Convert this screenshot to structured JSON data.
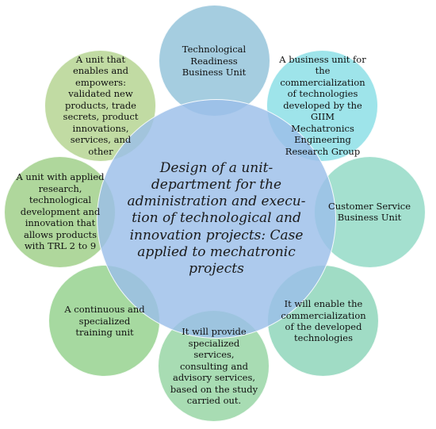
{
  "center": {
    "text": "Design of a unit-department for the administration and execu-tion of technological and innovation projects: Case applied to mechatronic projects",
    "color": "#9bbee9"
  },
  "satellites": [
    {
      "id": "top",
      "text": "Technological Readiness Business Unit",
      "color": "#a5cde0"
    },
    {
      "id": "top-right",
      "text": "A business unit for the commercialization of technologies developed by the GIIM Mechatronics Engineering Research Group",
      "color": "#9ee4ea"
    },
    {
      "id": "right",
      "text": "Customer Service Business Unit",
      "color": "#a4e0cf"
    },
    {
      "id": "bottom-right",
      "text": "It will enable the commercialization of the developed technologies",
      "color": "#a0dcc5"
    },
    {
      "id": "bottom",
      "text": "It will provide specialized services, consulting and advisory services, based on the study carried out.",
      "color": "#a8dcb3"
    },
    {
      "id": "bottom-left",
      "text": "A continuous and specialized training unit",
      "color": "#a6d9a0"
    },
    {
      "id": "left",
      "text": "A unit with applied research, technological development and innovation that allows products with TRL 2 to 9",
      "color": "#afd79c"
    },
    {
      "id": "top-left",
      "text": "A unit that enables and empowers: validated new products, trade secrets, product innovations, services, and other",
      "color": "#c1dba3"
    }
  ]
}
